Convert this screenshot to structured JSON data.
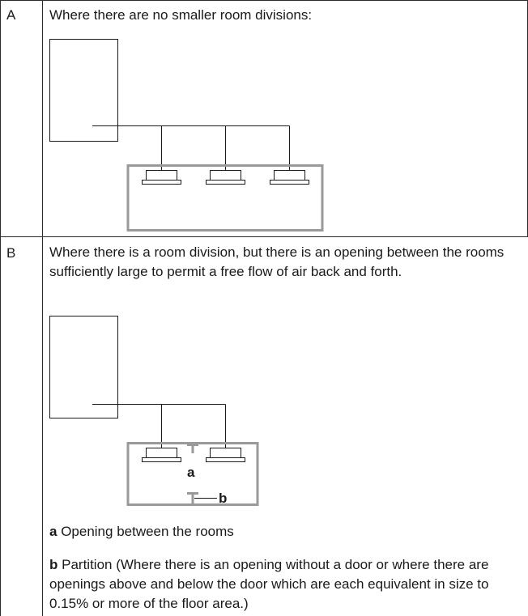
{
  "rows": [
    {
      "label": "A",
      "text": "Where there are no smaller room divisions:"
    },
    {
      "label": "B",
      "text": "Where there is a room division, but there is an opening between the rooms sufficiently large to permit a free flow of air back and forth.",
      "diagram_labels": {
        "a": "a",
        "b": "b"
      },
      "legend": [
        {
          "key": "a",
          "desc": " Opening between the rooms"
        },
        {
          "key": "b",
          "desc": " Partition (Where there is an opening without a door or where there are openings above and below the door which are each equivalent in size to 0.15% or more of the floor area.)"
        }
      ]
    }
  ]
}
